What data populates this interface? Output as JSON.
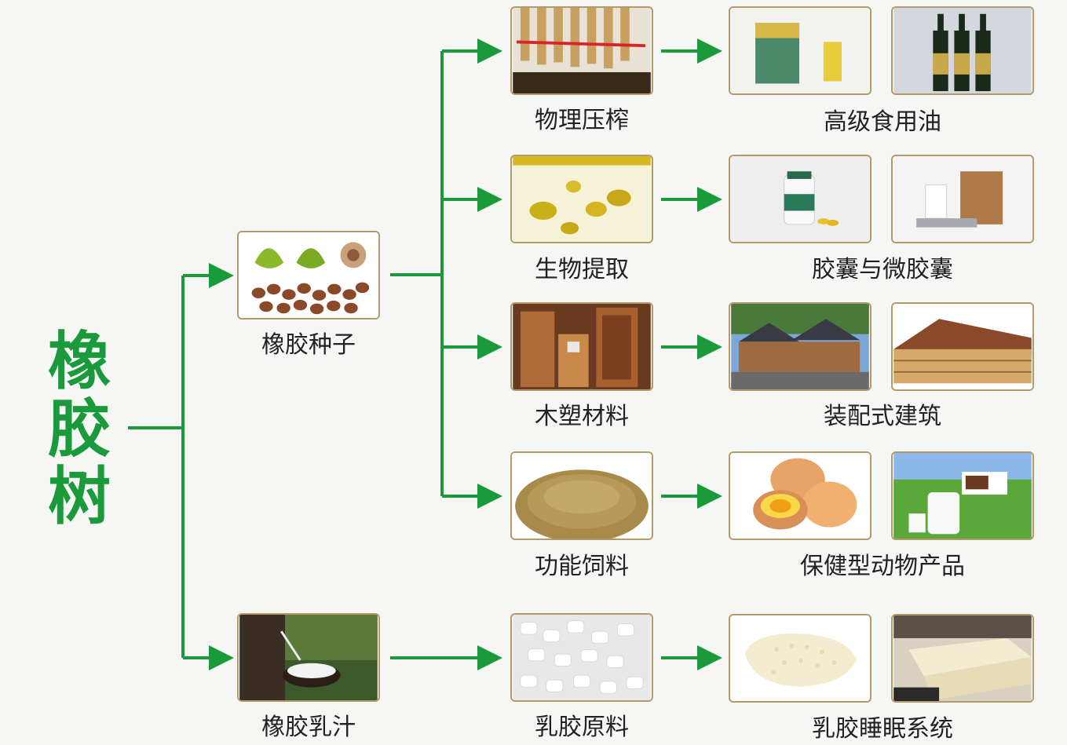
{
  "root": {
    "chars": [
      "橡",
      "胶",
      "树"
    ]
  },
  "nodes": {
    "seed": "橡胶种子",
    "latex": "橡胶乳汁",
    "press": "物理压榨",
    "bio": "生物提取",
    "wpc": "木塑材料",
    "feed": "功能饲料",
    "latex_raw": "乳胶原料"
  },
  "products": {
    "oil": "高级食用油",
    "capsule": "胶囊与微胶囊",
    "building": "装配式建筑",
    "animal": "保健型动物产品",
    "sleep": "乳胶睡眠系统"
  },
  "colors": {
    "arrow": "#1a9a3a",
    "frame": "#b49a6a",
    "title": "#1a9a3a"
  }
}
